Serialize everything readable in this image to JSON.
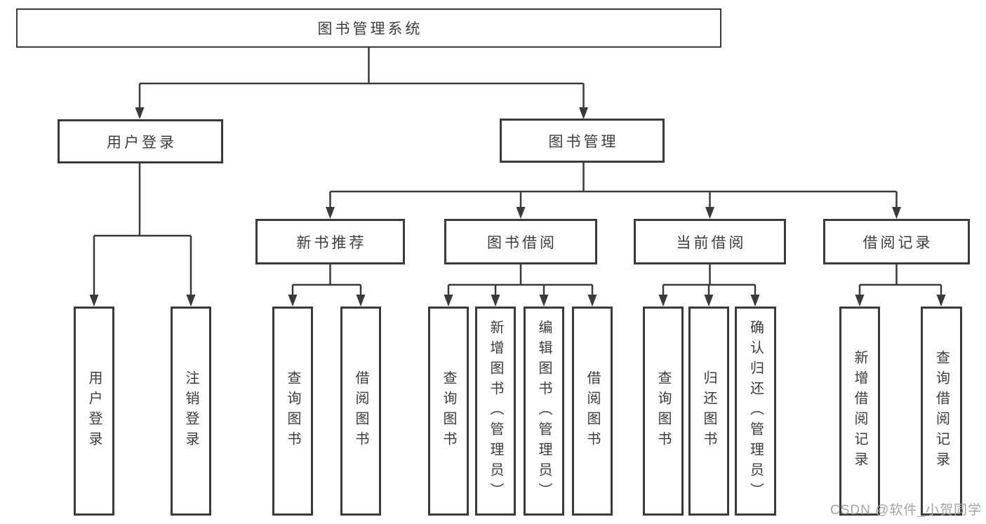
{
  "diagram": {
    "title": "图书管理系统",
    "root": {
      "label": "图书管理系统"
    },
    "level2": [
      {
        "id": "user-login",
        "label": "用户登录",
        "parent": "图书管理系统"
      },
      {
        "id": "book-management",
        "label": "图书管理",
        "parent": "图书管理系统"
      }
    ],
    "level3": [
      {
        "id": "new-book-recommend",
        "label": "新书推荐",
        "parent": "图书管理"
      },
      {
        "id": "book-borrow",
        "label": "图书借阅",
        "parent": "图书管理"
      },
      {
        "id": "current-borrow",
        "label": "当前借阅",
        "parent": "图书管理"
      },
      {
        "id": "borrow-records",
        "label": "借阅记录",
        "parent": "图书管理"
      }
    ],
    "leaves": [
      {
        "label": "用户登录",
        "parent": "用户登录"
      },
      {
        "label": "注销登录",
        "parent": "用户登录"
      },
      {
        "label": "查询图书",
        "parent": "新书推荐"
      },
      {
        "label": "借阅图书",
        "parent": "新书推荐"
      },
      {
        "label": "查询图书",
        "parent": "图书借阅"
      },
      {
        "label": "新增图书（管理员）",
        "parent": "图书借阅"
      },
      {
        "label": "编辑图书（管理员）",
        "parent": "图书借阅"
      },
      {
        "label": "借阅图书",
        "parent": "图书借阅"
      },
      {
        "label": "查询图书",
        "parent": "当前借阅"
      },
      {
        "label": "归还图书",
        "parent": "当前借阅"
      },
      {
        "label": "确认归还（管理员）",
        "parent": "当前借阅"
      },
      {
        "label": "新增借阅记录",
        "parent": "借阅记录"
      },
      {
        "label": "查询借阅记录",
        "parent": "借阅记录"
      }
    ],
    "colors": {
      "line": "#3a3a3a",
      "box_border": "#3a3a3a",
      "text": "#3c3c3c",
      "background": "#ffffff",
      "watermark": "#a3a3a3"
    }
  },
  "watermark": {
    "text": "CSDN @软件_小贺同学"
  }
}
